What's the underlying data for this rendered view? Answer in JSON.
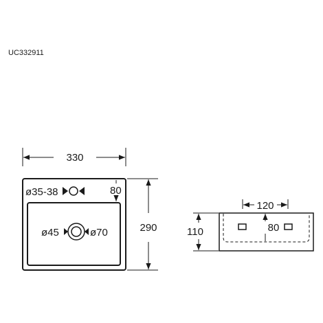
{
  "model_code": "UC332911",
  "top_view": {
    "width": "330",
    "depth": "290",
    "tap_hole_offset": "80",
    "tap_hole_diameter": "ø35-38",
    "drain_inner_diameter": "ø45",
    "drain_outer_diameter": "ø70"
  },
  "side_view": {
    "height": "110",
    "hole_spacing": "120",
    "hole_height": "80"
  }
}
